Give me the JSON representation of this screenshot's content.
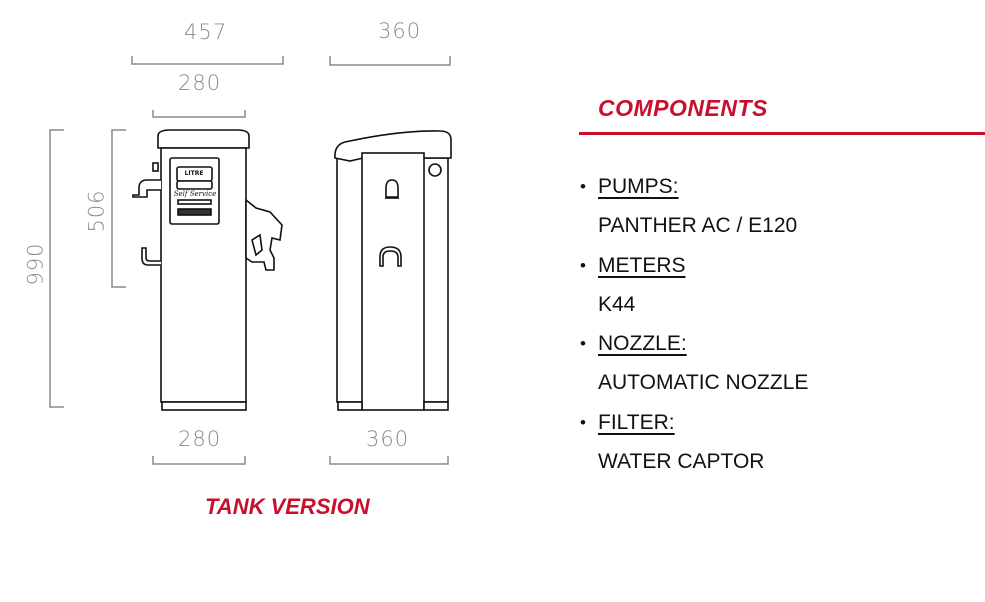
{
  "dimensions": {
    "front_overall_width": "457",
    "front_top_width": "280",
    "front_bottom_width": "280",
    "side_top_width": "360",
    "side_bottom_width": "360",
    "total_height": "990",
    "partial_height": "506"
  },
  "drawing": {
    "display_label": "LITRE",
    "brand_script": "Self Service"
  },
  "caption": "TANK VERSION",
  "components": {
    "title": "COMPONENTS",
    "items": [
      {
        "label": "PUMPS:",
        "value": "PANTHER AC / E120"
      },
      {
        "label": "METERS",
        "value": "K44"
      },
      {
        "label": "NOZZLE:",
        "value": "AUTOMATIC NOZZLE"
      },
      {
        "label": "FILTER:",
        "value": "WATER CAPTOR"
      }
    ]
  },
  "colors": {
    "accent": "#c8102e",
    "dimension": "#8a8a8a"
  }
}
